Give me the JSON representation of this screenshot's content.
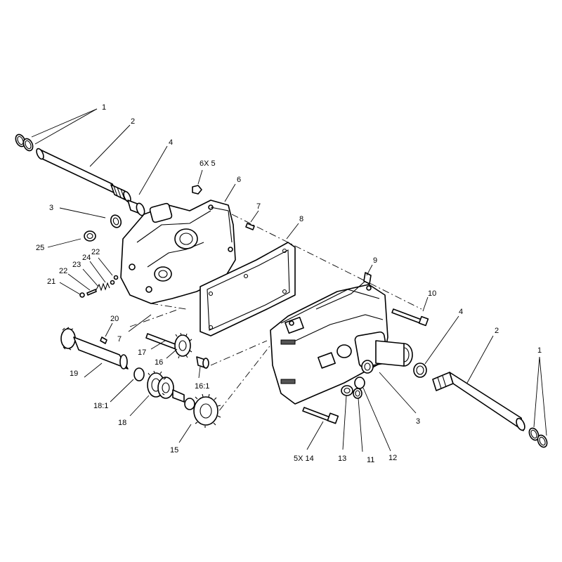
{
  "labels": {
    "c1_top": "1",
    "c2_top": "2",
    "c4_top": "4",
    "c6x5": "6X 5",
    "c6": "6",
    "c3_left": "3",
    "c7_top": "7",
    "c8": "8",
    "c25": "25",
    "c22_a": "22",
    "c24": "24",
    "c23": "23",
    "c22_b": "22",
    "c21": "21",
    "c9": "9",
    "c10": "10",
    "c4_right": "4",
    "c2_right": "2",
    "c1_right": "1",
    "c20": "20",
    "c7_mid": "7",
    "c17": "17",
    "c16": "16",
    "c19": "19",
    "c16_1": "16:1",
    "c18_1": "18:1",
    "c18": "18",
    "c15": "15",
    "c3_right": "3",
    "c5x14": "5X 14",
    "c13": "13",
    "c11": "11",
    "c12": "12"
  }
}
